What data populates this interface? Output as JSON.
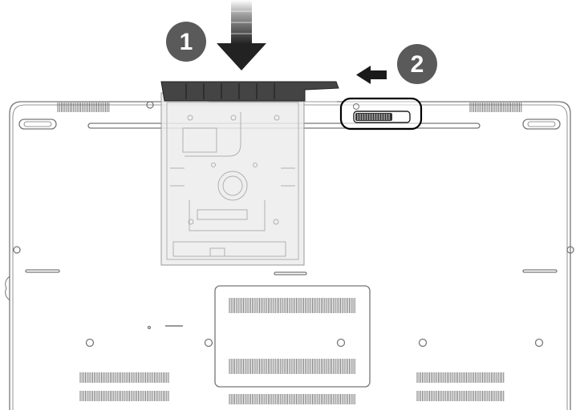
{
  "steps": [
    {
      "number": "1",
      "meaning": "push-down"
    },
    {
      "number": "2",
      "meaning": "slide-lock-left"
    }
  ],
  "colors": {
    "outline": "#777777",
    "badge_fill": "#5a5a5a",
    "badge_text": "#ffffff",
    "arrow_fill": "#222222",
    "drive_fill": "#ececec",
    "drive_stroke": "#9a9a9a",
    "tray_fill": "#444444",
    "lock_highlight": "#000000"
  },
  "icons": [
    "arrow-down-icon",
    "arrow-left-icon",
    "lock-switch-icon"
  ]
}
